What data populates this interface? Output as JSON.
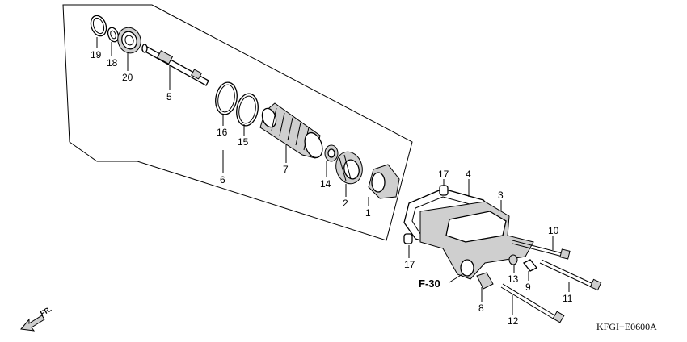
{
  "diagram": {
    "callouts": [
      "19",
      "18",
      "20",
      "5",
      "16",
      "15",
      "6",
      "7",
      "14",
      "2",
      "1",
      "17",
      "4",
      "3",
      "10",
      "17",
      "13",
      "9",
      "11",
      "8",
      "12"
    ],
    "reference": "F-30",
    "direction": "FR.",
    "drawing_code": "KFGI−E0600A"
  }
}
